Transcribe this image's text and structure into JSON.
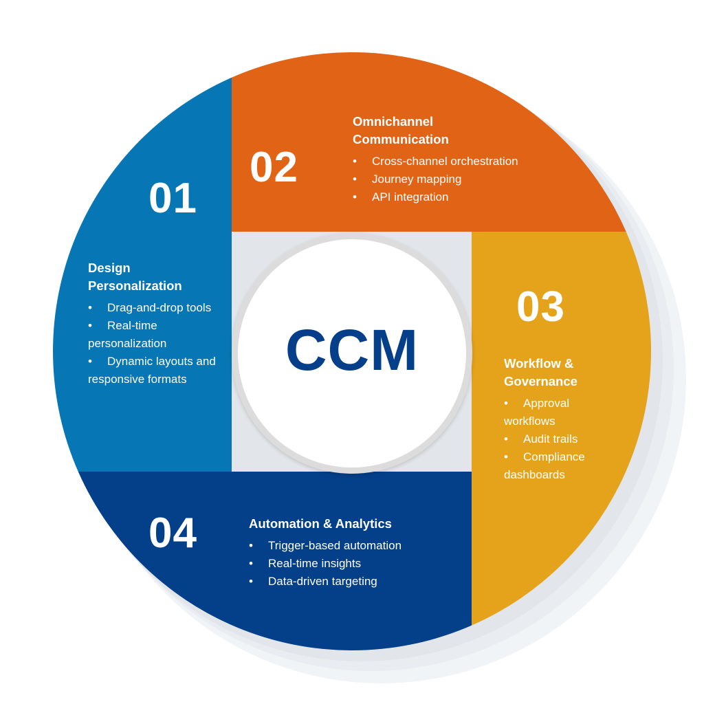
{
  "colors": {
    "blue": "#0677B4",
    "orange": "#E06316",
    "yellow": "#E5A21B",
    "navy": "#043F89",
    "center_text": "#053F8A",
    "ring": "#DCDCDC"
  },
  "center": {
    "label": "CCM"
  },
  "bullet_glyph": "•",
  "segments": [
    {
      "number": "01",
      "title_line1": "Design",
      "title_line2": "Personalization",
      "items": [
        "Drag-and-drop tools",
        "Real-time personalization",
        "Dynamic layouts and responsive formats"
      ]
    },
    {
      "number": "02",
      "title_line1": "Omnichannel",
      "title_line2": "Communication",
      "items": [
        "Cross-channel orchestration",
        "Journey mapping",
        "API integration"
      ]
    },
    {
      "number": "03",
      "title_line1": "Workflow &",
      "title_line2": "Governance",
      "items": [
        "Approval workflows",
        "Audit trails",
        "Compliance dashboards"
      ]
    },
    {
      "number": "04",
      "title_line1": "Automation & Analytics",
      "title_line2": "",
      "items": [
        "Trigger-based automation",
        "Real-time insights",
        "Data-driven targeting"
      ]
    }
  ]
}
